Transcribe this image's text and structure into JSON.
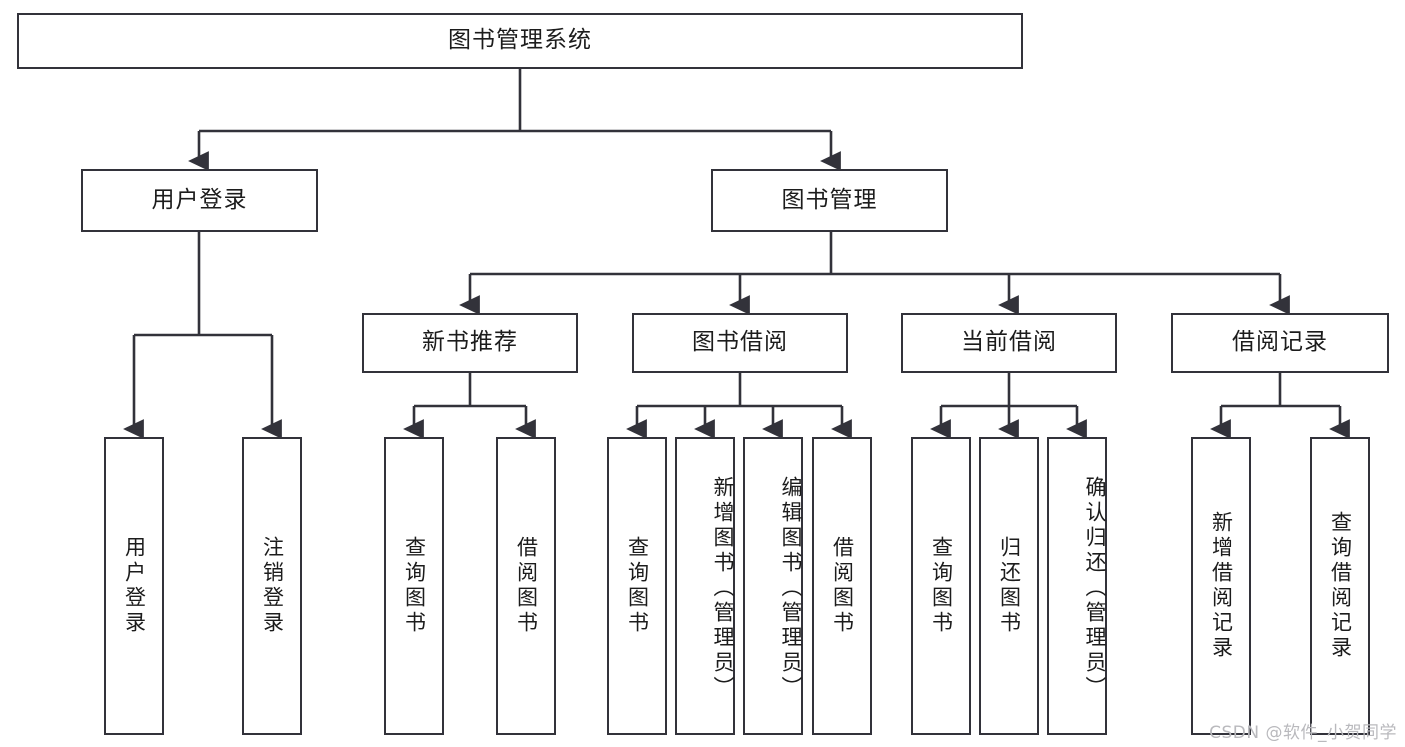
{
  "diagram": {
    "title": "图书管理系统",
    "root": {
      "label": "图书管理系统"
    },
    "level1": [
      {
        "label": "用户登录"
      },
      {
        "label": "图书管理"
      }
    ],
    "level2": [
      {
        "label": "新书推荐"
      },
      {
        "label": "图书借阅"
      },
      {
        "label": "当前借阅"
      },
      {
        "label": "借阅记录"
      }
    ],
    "leaves": {
      "user_login": [
        {
          "label": "用户登录"
        },
        {
          "label": "注销登录"
        }
      ],
      "new_book_recommend": [
        {
          "label": "查询图书"
        },
        {
          "label": "借阅图书"
        }
      ],
      "book_borrow": [
        {
          "label": "查询图书"
        },
        {
          "label": "新增图书（管理员）"
        },
        {
          "label": "编辑图书（管理员）"
        },
        {
          "label": "借阅图书"
        }
      ],
      "current_borrow": [
        {
          "label": "查询图书"
        },
        {
          "label": "归还图书"
        },
        {
          "label": "确认归还（管理员）"
        }
      ],
      "borrow_record": [
        {
          "label": "新增借阅记录"
        },
        {
          "label": "查询借阅记录"
        }
      ]
    }
  },
  "watermark": {
    "text": "CSDN @软件_小贺同学"
  },
  "colors": {
    "stroke": "#32323a",
    "box_fill": "#ffffff",
    "text": "#1c1c1c",
    "watermark": "#b9b9bd"
  }
}
